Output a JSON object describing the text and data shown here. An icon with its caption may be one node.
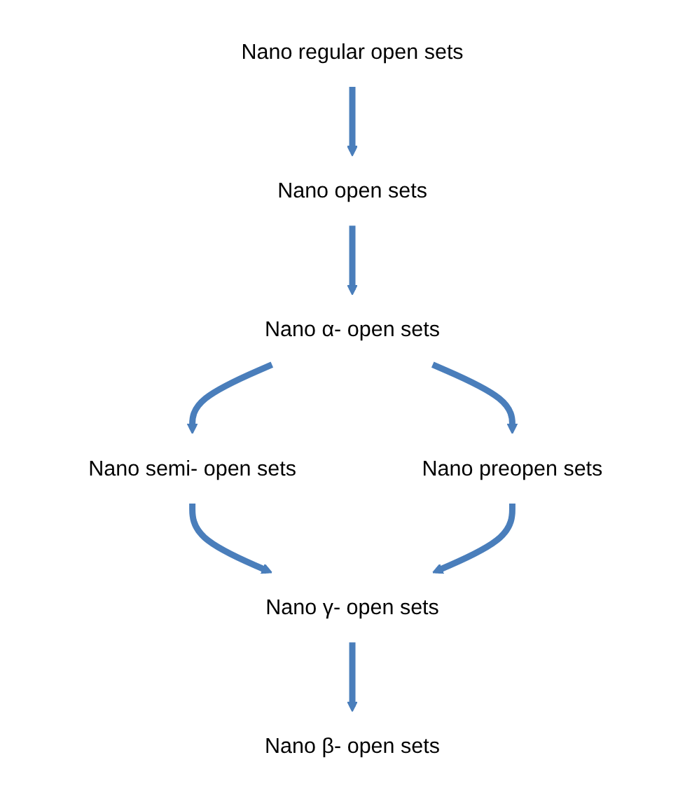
{
  "diagram": {
    "nodes": [
      {
        "text": [
          "Nano regular open sets"
        ]
      },
      {
        "text": [
          "Nano open sets"
        ]
      },
      {
        "text": [
          "Nano α- open sets"
        ]
      },
      {
        "text": [
          "Nano semi- open sets"
        ]
      },
      {
        "text": [
          "Nano preopen sets"
        ]
      },
      {
        "text": [
          "Nano γ- open sets"
        ]
      },
      {
        "text": [
          "Nano β- open sets"
        ]
      }
    ],
    "edges": [
      {
        "from": 0,
        "to": 1,
        "arrow": "to"
      },
      {
        "from": 1,
        "to": 2,
        "arrow": "to"
      },
      {
        "from": 2,
        "to": 3,
        "arrow": "to"
      },
      {
        "from": 2,
        "to": 4,
        "arrow": "to"
      },
      {
        "from": 3,
        "to": 5,
        "arrow": "to"
      },
      {
        "from": 4,
        "to": 5,
        "arrow": "to"
      },
      {
        "from": 5,
        "to": 6,
        "arrow": "to"
      }
    ]
  }
}
